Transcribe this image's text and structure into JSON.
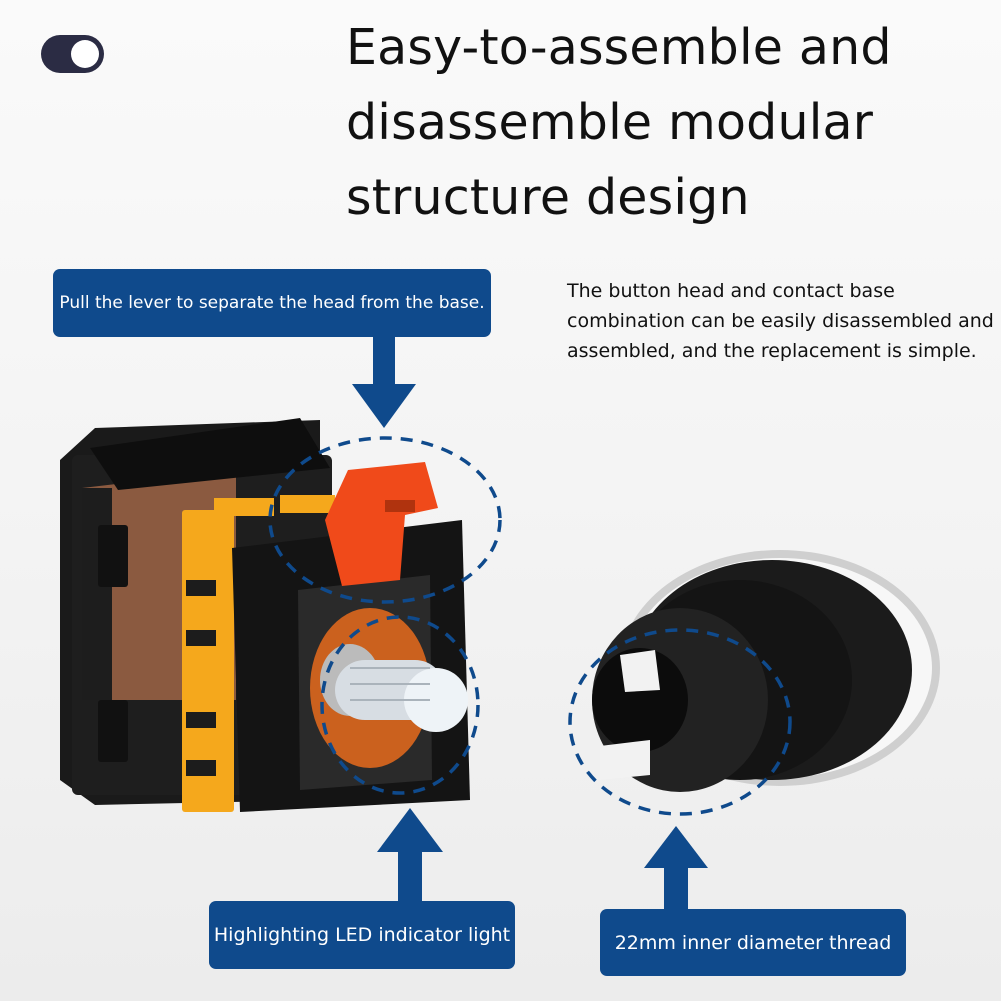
{
  "title": {
    "lines": [
      "Easy-to-assemble and",
      "disassemble modular",
      "structure design"
    ]
  },
  "description": {
    "lines": [
      "The button head and contact base",
      "combination can be easily disassembled and",
      "assembled, and the replacement is simple."
    ]
  },
  "callouts": {
    "lever": "Pull the lever to separate the head from the base.",
    "led": "Highlighting LED indicator light",
    "thread": "22mm inner diameter thread"
  },
  "colors": {
    "accent": "#0f4a8c",
    "toggle": "#2b2c44",
    "lever": "#f04a1a",
    "terminal": "#f5a81c"
  }
}
